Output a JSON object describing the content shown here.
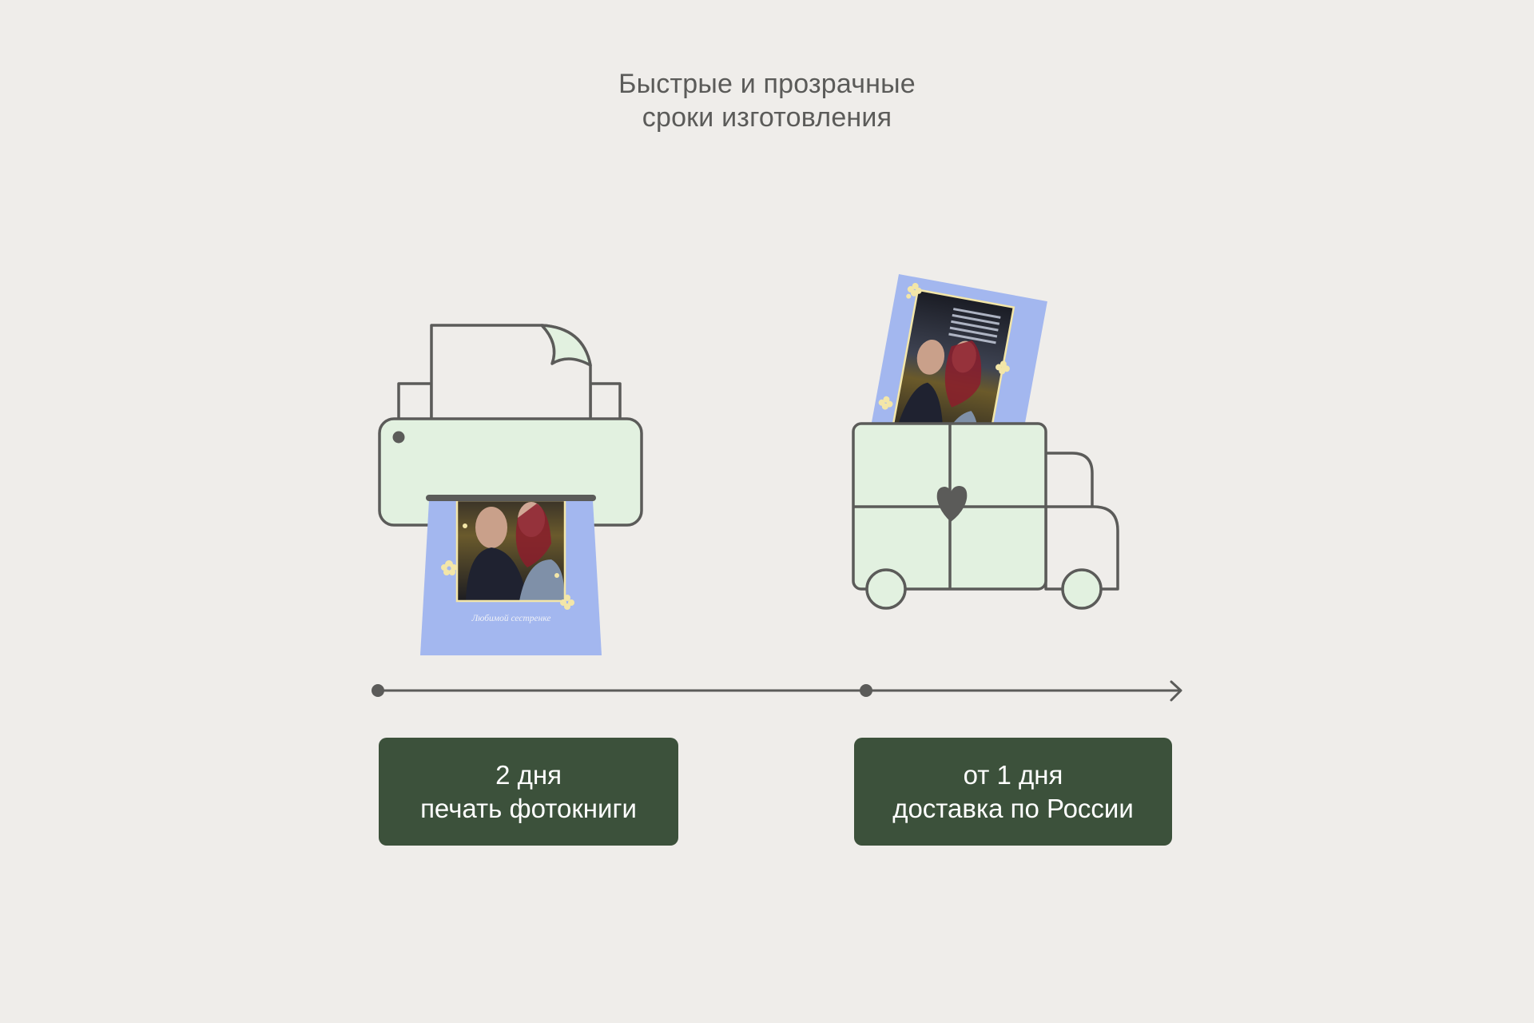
{
  "header": {
    "title_line1": "Быстрые и прозрачные",
    "title_line2": "сроки изготовления"
  },
  "illustrations": {
    "printer": {
      "icon": "printer-icon",
      "printed_book_caption": "Любимой сестренке"
    },
    "truck": {
      "icon": "delivery-truck-icon",
      "emblem": "heart-icon"
    }
  },
  "timeline": {
    "icon": "arrow-right-icon",
    "points": 2
  },
  "steps": [
    {
      "line1": "2 дня",
      "line2": "печать фотокниги"
    },
    {
      "line1": "от 1 дня",
      "line2": "доставка по России"
    }
  ],
  "colors": {
    "background": "#efedea",
    "stroke": "#5b5b59",
    "mint_fill": "#e2f1e0",
    "book_cover": "#a3b7ef",
    "badge_bg": "#3c513b",
    "badge_text": "#ffffff",
    "photo_border": "#f3e6a8"
  }
}
